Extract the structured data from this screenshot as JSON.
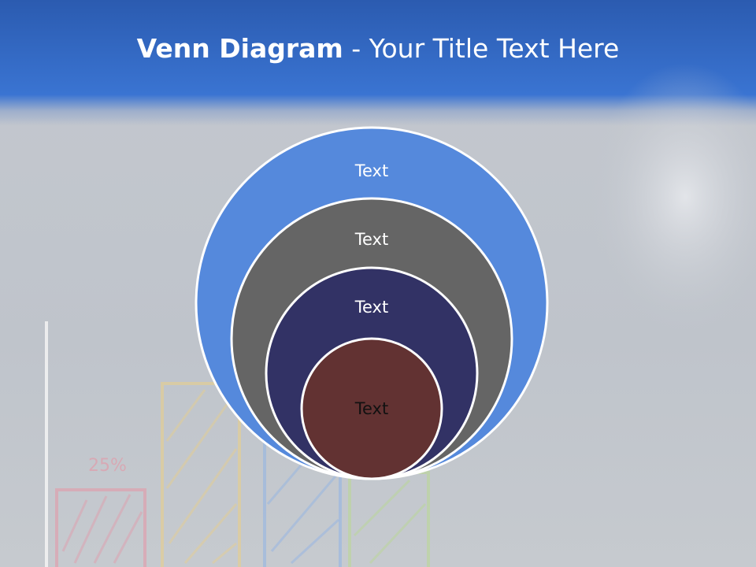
{
  "slide": {
    "title_bold": "Venn Diagram",
    "title_rest": " - Your Title Text Here"
  },
  "venn": {
    "circles": [
      {
        "label": "Text",
        "fill": "#5589dc",
        "text_color": "#ffffff"
      },
      {
        "label": "Text",
        "fill": "#656565",
        "text_color": "#ffffff"
      },
      {
        "label": "Text",
        "fill": "#323265",
        "text_color": "#ffffff"
      },
      {
        "label": "Text",
        "fill": "#623232",
        "text_color": "#111111"
      }
    ]
  },
  "background": {
    "sketch_label": "25%"
  },
  "colors": {
    "header": "#3a74d2",
    "circle_stroke": "#ffffff"
  }
}
